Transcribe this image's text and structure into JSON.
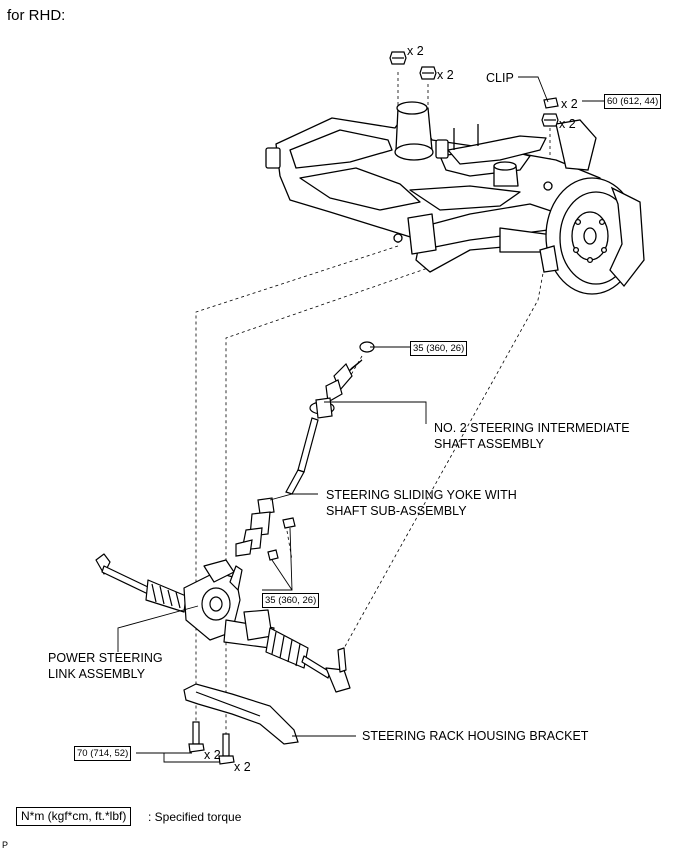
{
  "title": "for RHD:",
  "labels": {
    "clip": "CLIP",
    "intermediate_shaft_1": "NO. 2 STEERING INTERMEDIATE",
    "intermediate_shaft_2": "SHAFT ASSEMBLY",
    "sliding_yoke_1": "STEERING SLIDING YOKE WITH",
    "sliding_yoke_2": "SHAFT SUB-ASSEMBLY",
    "power_steering_1": "POWER STEERING",
    "power_steering_2": "LINK ASSEMBLY",
    "rack_bracket": "STEERING RACK HOUSING BRACKET"
  },
  "counts": {
    "nut_left": "x 2",
    "nut_mid": "x 2",
    "clip": "x 2",
    "nut_right": "x 2",
    "bolt_a": "x 2",
    "bolt_b": "x 2"
  },
  "torques": {
    "t60": "60 (612, 44)",
    "t35_top": "35 (360, 26)",
    "t35_bottom": "35 (360, 26)",
    "t70": "70 (714, 52)"
  },
  "legend": {
    "box": "N*m (kgf*cm, ft.*lbf)",
    "text": ": Specified torque"
  },
  "page_id": "P"
}
